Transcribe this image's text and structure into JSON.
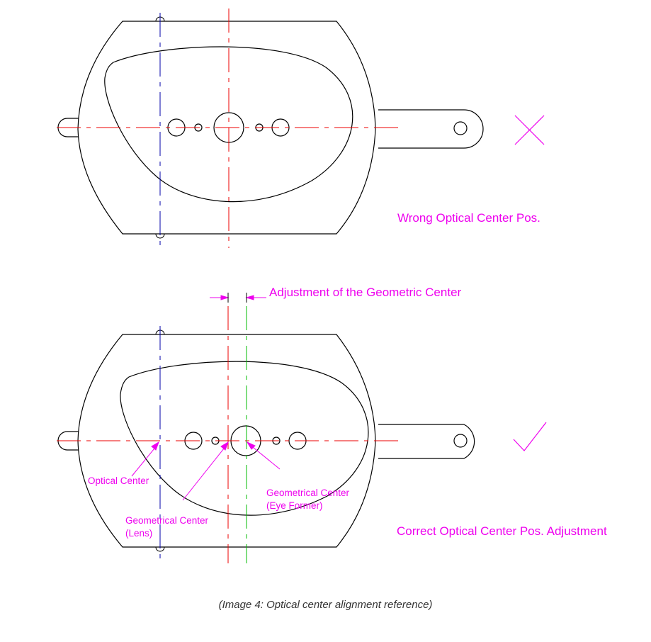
{
  "labels": {
    "wrong_status": "Wrong Optical Center Pos.",
    "adjustment": "Adjustment of the Geometric Center",
    "optical_center": "Optical Center",
    "geo_lens_line1": "Geometrical Center",
    "geo_lens_line2": "(Lens)",
    "geo_eye_line1": "Geometrical Center",
    "geo_eye_line2": "(Eye Former)",
    "correct_status": "Correct Optical Center Pos. Adjustment"
  },
  "caption": "(Image 4: Optical center alignment reference)",
  "colors": {
    "outline": "#000000",
    "center_red": "#ee0000",
    "axis_blue": "#0000aa",
    "center_green": "#00bb00",
    "label_magenta": "#ee00ee"
  },
  "icons": {
    "wrong": "cross-mark-icon",
    "correct": "check-mark-icon"
  }
}
